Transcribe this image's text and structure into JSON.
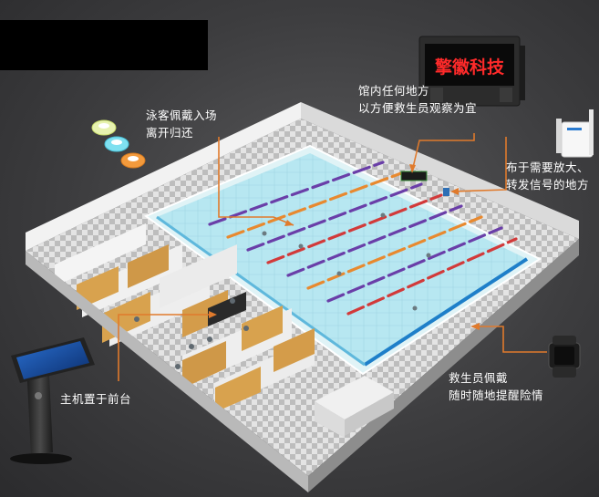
{
  "colors": {
    "background": "#3d3d3f",
    "water": "#aee4ef",
    "lane_purple": "#6a3ea8",
    "lane_orange": "#e8892f",
    "lane_red": "#d23a3a",
    "callout_line": "#e07a2c",
    "led_text": "#ff2a2a"
  },
  "icons": [
    "wristband-tag-icon",
    "led-display-board-icon",
    "signal-repeater-icon",
    "smart-watch-icon",
    "touchscreen-kiosk-icon"
  ],
  "led_sign": {
    "text": "擎徽科技"
  },
  "callouts": {
    "wristband": {
      "line1": "泳客佩戴入场",
      "line2": "离开归还"
    },
    "display": {
      "line1": "馆内任何地方",
      "line2": "以方便救生员观察为宜"
    },
    "repeater": {
      "line1": "布于需要放大、",
      "line2": "转发信号的地方"
    },
    "watch": {
      "line1": "救生员佩戴",
      "line2": "随时随地提醒险情"
    },
    "host": {
      "line1": "主机置于前台"
    }
  }
}
